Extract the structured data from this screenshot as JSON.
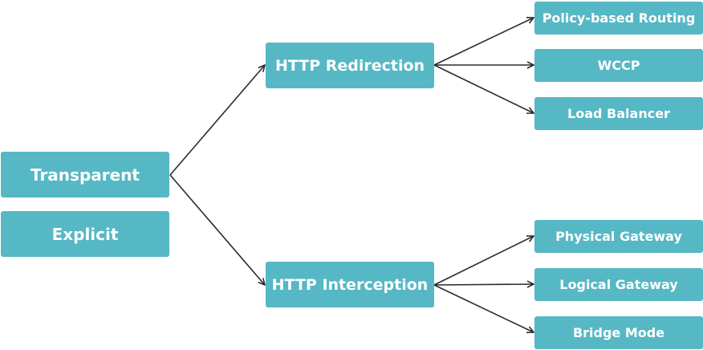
{
  "nodes": {
    "transparent": "Transparent",
    "explicit": "Explicit",
    "http_redirection": "HTTP Redirection",
    "http_interception": "HTTP Interception",
    "redirection_methods": [
      "Policy-based Routing",
      "WCCP",
      "Load Balancer"
    ],
    "interception_methods": [
      "Physical Gateway",
      "Logical Gateway",
      "Bridge Mode"
    ]
  },
  "colors": {
    "node_fill": "#56b8c4",
    "node_text": "#ffffff",
    "connector": "#2b2b2b"
  }
}
